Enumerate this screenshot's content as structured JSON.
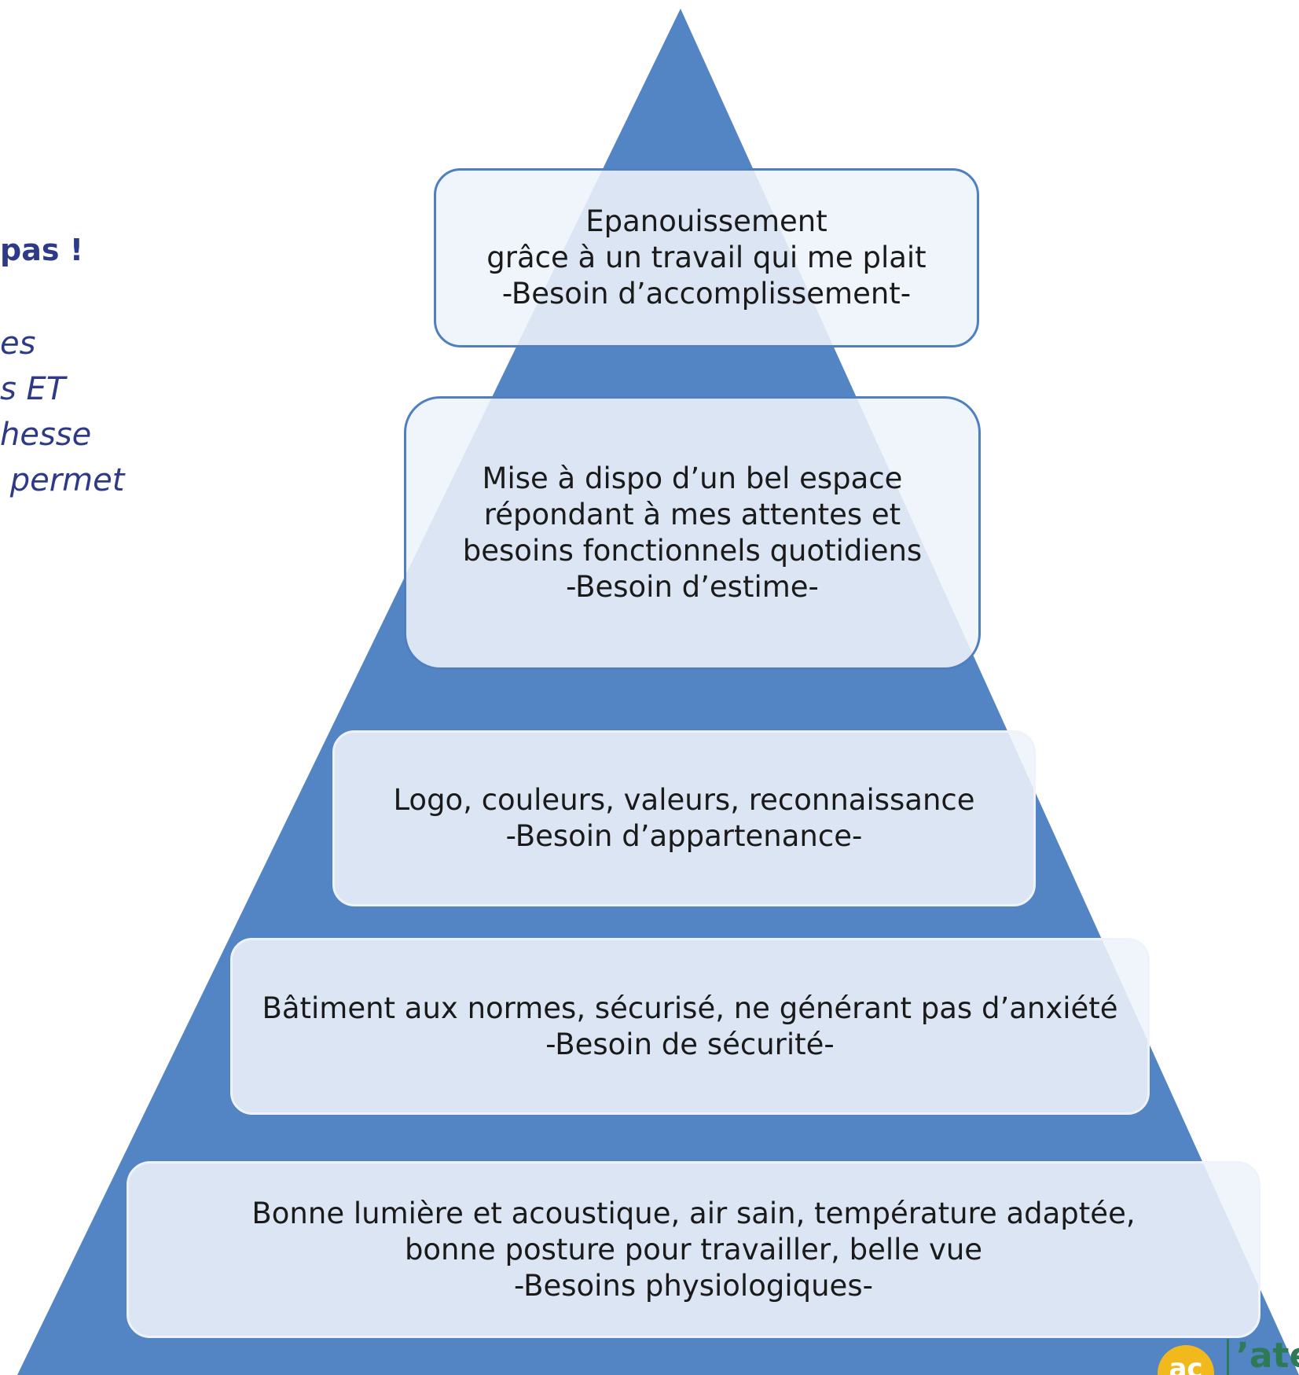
{
  "left_text": {
    "bold_line": "pas !",
    "italic_lines": [
      "es",
      "s ET",
      "hesse",
      " permet"
    ]
  },
  "pyramid": {
    "fill_color": "#5384C4",
    "box_fill_color": "#EEF3FA",
    "box_border_color": "#4F7FC0",
    "levels": [
      {
        "text": "Epanouissement\ngrâce à un travail qui me plait\n-Besoin d’accomplissement-"
      },
      {
        "text": "Mise à dispo d’un bel espace\nrépondant à mes attentes et\nbesoins fonctionnels quotidiens\n-Besoin d’estime-"
      },
      {
        "text": "Logo, couleurs, valeurs, reconnaissance\n-Besoin d’appartenance-"
      },
      {
        "text": "Bâtiment aux normes, sécurisé, ne générant pas d’anxiété\n-Besoin de sécurité-"
      },
      {
        "text": "Bonne lumière et acoustique, air sain, température adaptée,\nbonne posture pour travailler, belle vue\n-Besoins physiologiques-"
      }
    ]
  },
  "logo": {
    "icon_text": "ac",
    "word_text": "’ate",
    "icon_color": "#F2B91D",
    "word_color": "#2E7A57"
  }
}
